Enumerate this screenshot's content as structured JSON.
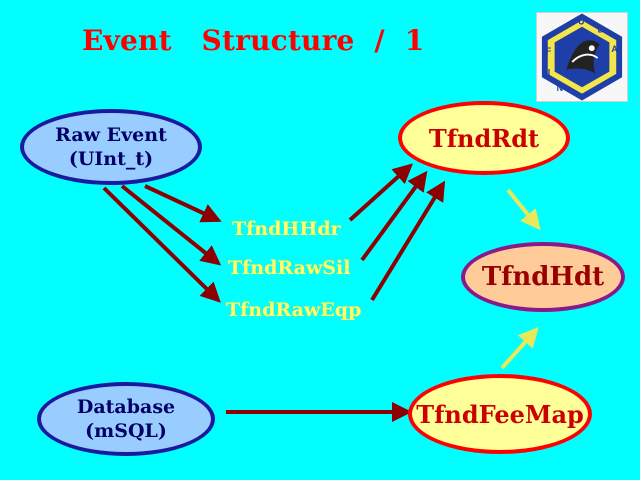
{
  "title": "Event   Structure  /  1",
  "logo": {
    "letters": [
      "F",
      "I",
      "N",
      "U",
      "D",
      "A"
    ],
    "colors": {
      "ring": "#1f3fa8",
      "fill": "#f4e64a"
    }
  },
  "nodes": {
    "raw_event": {
      "line1": "Raw Event",
      "line2": "(UInt_t)"
    },
    "database": {
      "line1": "Database",
      "line2": "(mSQL)"
    },
    "tfnd_rdt": "TfndRdt",
    "tfnd_hdt": "TfndHdt",
    "tfnd_fee_map": "TfndFeeMap"
  },
  "labels": {
    "hhdr": "TfndHHdr",
    "raw_sil": "TfndRawSil",
    "raw_eqp": "TfndRawEqp"
  },
  "colors": {
    "background": "#00ffff",
    "title": "#ff0000",
    "arrow_dark": "#8b0000",
    "arrow_light": "#e8e85a",
    "label": "#ffff66"
  }
}
